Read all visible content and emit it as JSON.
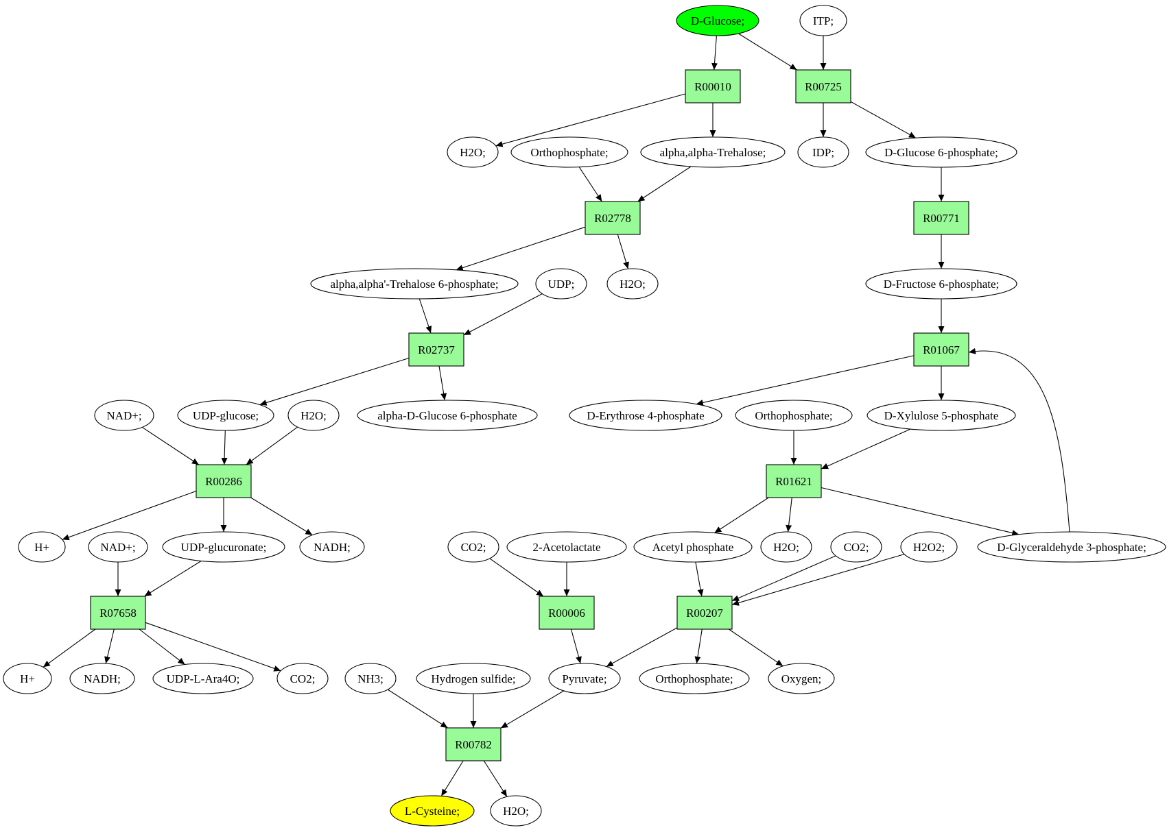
{
  "colors": {
    "reaction_fill": "#98fb98",
    "compound_fill": "#ffffff",
    "source_fill": "#00ff00",
    "target_fill": "#ffff00",
    "stroke": "#000000"
  },
  "nodes": [
    {
      "id": "c_glucose",
      "kind": "compound",
      "role": "source",
      "label": "D-Glucose;"
    },
    {
      "id": "c_itp",
      "kind": "compound",
      "label": "ITP;"
    },
    {
      "id": "r_R00010",
      "kind": "reaction",
      "label": "R00010"
    },
    {
      "id": "r_R00725",
      "kind": "reaction",
      "label": "R00725"
    },
    {
      "id": "c_h2o_1",
      "kind": "compound",
      "label": "H2O;"
    },
    {
      "id": "c_orthophosphate_1",
      "kind": "compound",
      "label": "Orthophosphate;"
    },
    {
      "id": "c_trehalose",
      "kind": "compound",
      "label": "alpha,alpha-Trehalose;"
    },
    {
      "id": "c_idp",
      "kind": "compound",
      "label": "IDP;"
    },
    {
      "id": "c_g6p",
      "kind": "compound",
      "label": "D-Glucose 6-phosphate;"
    },
    {
      "id": "r_R02778",
      "kind": "reaction",
      "label": "R02778"
    },
    {
      "id": "r_R00771",
      "kind": "reaction",
      "label": "R00771"
    },
    {
      "id": "c_t6p",
      "kind": "compound",
      "label": "alpha,alpha'-Trehalose 6-phosphate;"
    },
    {
      "id": "c_udp",
      "kind": "compound",
      "label": "UDP;"
    },
    {
      "id": "c_h2o_2",
      "kind": "compound",
      "label": "H2O;"
    },
    {
      "id": "c_f6p",
      "kind": "compound",
      "label": "D-Fructose 6-phosphate;"
    },
    {
      "id": "r_R02737",
      "kind": "reaction",
      "label": "R02737"
    },
    {
      "id": "r_R01067",
      "kind": "reaction",
      "label": "R01067"
    },
    {
      "id": "c_nad_1",
      "kind": "compound",
      "label": "NAD+;"
    },
    {
      "id": "c_udpglucose",
      "kind": "compound",
      "label": "UDP-glucose;"
    },
    {
      "id": "c_h2o_3",
      "kind": "compound",
      "label": "H2O;"
    },
    {
      "id": "c_adg6p",
      "kind": "compound",
      "label": "alpha-D-Glucose 6-phosphate"
    },
    {
      "id": "c_e4p",
      "kind": "compound",
      "label": "D-Erythrose 4-phosphate"
    },
    {
      "id": "c_orthophosphate_2",
      "kind": "compound",
      "label": "Orthophosphate;"
    },
    {
      "id": "c_x5p",
      "kind": "compound",
      "label": "D-Xylulose 5-phosphate"
    },
    {
      "id": "r_R00286",
      "kind": "reaction",
      "label": "R00286"
    },
    {
      "id": "r_R01621",
      "kind": "reaction",
      "label": "R01621"
    },
    {
      "id": "c_hplus_1",
      "kind": "compound",
      "label": "H+"
    },
    {
      "id": "c_nad_2",
      "kind": "compound",
      "label": "NAD+;"
    },
    {
      "id": "c_udpglucuronate",
      "kind": "compound",
      "label": "UDP-glucuronate;"
    },
    {
      "id": "c_nadh_1",
      "kind": "compound",
      "label": "NADH;"
    },
    {
      "id": "c_co2_1",
      "kind": "compound",
      "label": "CO2;"
    },
    {
      "id": "c_acetolactate",
      "kind": "compound",
      "label": "2-Acetolactate"
    },
    {
      "id": "c_acetylphosphate",
      "kind": "compound",
      "label": "Acetyl phosphate"
    },
    {
      "id": "c_h2o_4",
      "kind": "compound",
      "label": "H2O;"
    },
    {
      "id": "c_co2_2",
      "kind": "compound",
      "label": "CO2;"
    },
    {
      "id": "c_h2o2",
      "kind": "compound",
      "label": "H2O2;"
    },
    {
      "id": "c_g3p",
      "kind": "compound",
      "label": "D-Glyceraldehyde 3-phosphate;"
    },
    {
      "id": "r_R07658",
      "kind": "reaction",
      "label": "R07658"
    },
    {
      "id": "r_R00006",
      "kind": "reaction",
      "label": "R00006"
    },
    {
      "id": "r_R00207",
      "kind": "reaction",
      "label": "R00207"
    },
    {
      "id": "c_hplus_2",
      "kind": "compound",
      "label": "H+"
    },
    {
      "id": "c_nadh_2",
      "kind": "compound",
      "label": "NADH;"
    },
    {
      "id": "c_udplara4o",
      "kind": "compound",
      "label": "UDP-L-Ara4O;"
    },
    {
      "id": "c_co2_3",
      "kind": "compound",
      "label": "CO2;"
    },
    {
      "id": "c_nh3",
      "kind": "compound",
      "label": "NH3;"
    },
    {
      "id": "c_h2s",
      "kind": "compound",
      "label": "Hydrogen sulfide;"
    },
    {
      "id": "c_pyruvate",
      "kind": "compound",
      "label": "Pyruvate;"
    },
    {
      "id": "c_orthophosphate_3",
      "kind": "compound",
      "label": "Orthophosphate;"
    },
    {
      "id": "c_oxygen",
      "kind": "compound",
      "label": "Oxygen;"
    },
    {
      "id": "r_R00782",
      "kind": "reaction",
      "label": "R00782"
    },
    {
      "id": "c_cysteine",
      "kind": "compound",
      "role": "target",
      "label": "L-Cysteine;"
    },
    {
      "id": "c_h2o_5",
      "kind": "compound",
      "label": "H2O;"
    }
  ],
  "edges": [
    {
      "from": "c_glucose",
      "to": "r_R00010"
    },
    {
      "from": "c_glucose",
      "to": "r_R00725"
    },
    {
      "from": "c_itp",
      "to": "r_R00725"
    },
    {
      "from": "r_R00010",
      "to": "c_h2o_1"
    },
    {
      "from": "r_R00010",
      "to": "c_trehalose"
    },
    {
      "from": "r_R00725",
      "to": "c_idp"
    },
    {
      "from": "r_R00725",
      "to": "c_g6p"
    },
    {
      "from": "c_orthophosphate_1",
      "to": "r_R02778"
    },
    {
      "from": "c_trehalose",
      "to": "r_R02778"
    },
    {
      "from": "c_g6p",
      "to": "r_R00771"
    },
    {
      "from": "r_R02778",
      "to": "c_t6p"
    },
    {
      "from": "r_R02778",
      "to": "c_h2o_2"
    },
    {
      "from": "r_R00771",
      "to": "c_f6p"
    },
    {
      "from": "c_t6p",
      "to": "r_R02737"
    },
    {
      "from": "c_udp",
      "to": "r_R02737"
    },
    {
      "from": "c_f6p",
      "to": "r_R01067"
    },
    {
      "from": "r_R02737",
      "to": "c_udpglucose"
    },
    {
      "from": "r_R02737",
      "to": "c_adg6p"
    },
    {
      "from": "r_R01067",
      "to": "c_e4p"
    },
    {
      "from": "r_R01067",
      "to": "c_x5p"
    },
    {
      "from": "c_nad_1",
      "to": "r_R00286"
    },
    {
      "from": "c_udpglucose",
      "to": "r_R00286"
    },
    {
      "from": "c_h2o_3",
      "to": "r_R00286"
    },
    {
      "from": "c_orthophosphate_2",
      "to": "r_R01621"
    },
    {
      "from": "c_x5p",
      "to": "r_R01621"
    },
    {
      "from": "r_R00286",
      "to": "c_hplus_1"
    },
    {
      "from": "r_R00286",
      "to": "c_udpglucuronate"
    },
    {
      "from": "r_R00286",
      "to": "c_nadh_1"
    },
    {
      "from": "r_R01621",
      "to": "c_acetylphosphate"
    },
    {
      "from": "r_R01621",
      "to": "c_h2o_4"
    },
    {
      "from": "r_R01621",
      "to": "c_g3p"
    },
    {
      "from": "c_g3p",
      "to": "r_R01067",
      "curved": true
    },
    {
      "from": "c_nad_2",
      "to": "r_R07658"
    },
    {
      "from": "c_udpglucuronate",
      "to": "r_R07658"
    },
    {
      "from": "c_co2_1",
      "to": "r_R00006"
    },
    {
      "from": "c_acetolactate",
      "to": "r_R00006"
    },
    {
      "from": "c_acetylphosphate",
      "to": "r_R00207"
    },
    {
      "from": "c_co2_2",
      "to": "r_R00207"
    },
    {
      "from": "c_h2o2",
      "to": "r_R00207"
    },
    {
      "from": "r_R07658",
      "to": "c_hplus_2"
    },
    {
      "from": "r_R07658",
      "to": "c_nadh_2"
    },
    {
      "from": "r_R07658",
      "to": "c_udplara4o"
    },
    {
      "from": "r_R07658",
      "to": "c_co2_3"
    },
    {
      "from": "r_R00006",
      "to": "c_pyruvate"
    },
    {
      "from": "r_R00207",
      "to": "c_pyruvate"
    },
    {
      "from": "r_R00207",
      "to": "c_orthophosphate_3"
    },
    {
      "from": "r_R00207",
      "to": "c_oxygen"
    },
    {
      "from": "c_nh3",
      "to": "r_R00782"
    },
    {
      "from": "c_h2s",
      "to": "r_R00782"
    },
    {
      "from": "c_pyruvate",
      "to": "r_R00782"
    },
    {
      "from": "r_R00782",
      "to": "c_cysteine"
    },
    {
      "from": "r_R00782",
      "to": "c_h2o_5"
    }
  ]
}
